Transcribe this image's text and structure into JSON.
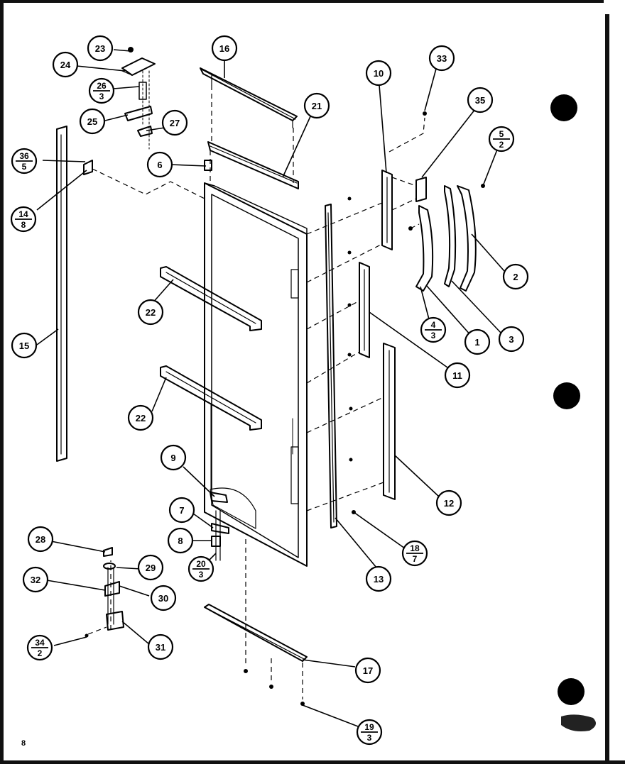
{
  "page_number": "8",
  "callouts": [
    {
      "id": "c1",
      "top": "1"
    },
    {
      "id": "c2",
      "top": "2"
    },
    {
      "id": "c3",
      "top": "3"
    },
    {
      "id": "c4",
      "top": "4",
      "bottom": "3"
    },
    {
      "id": "c5",
      "top": "5",
      "bottom": "2"
    },
    {
      "id": "c6",
      "top": "6"
    },
    {
      "id": "c7",
      "top": "7"
    },
    {
      "id": "c8",
      "top": "8"
    },
    {
      "id": "c9",
      "top": "9"
    },
    {
      "id": "c10",
      "top": "10"
    },
    {
      "id": "c11",
      "top": "11"
    },
    {
      "id": "c12",
      "top": "12"
    },
    {
      "id": "c13",
      "top": "13"
    },
    {
      "id": "c14",
      "top": "14",
      "bottom": "8"
    },
    {
      "id": "c15",
      "top": "15"
    },
    {
      "id": "c16",
      "top": "16"
    },
    {
      "id": "c17",
      "top": "17"
    },
    {
      "id": "c18",
      "top": "18",
      "bottom": "7"
    },
    {
      "id": "c19",
      "top": "19",
      "bottom": "3"
    },
    {
      "id": "c20",
      "top": "20",
      "bottom": "3"
    },
    {
      "id": "c21",
      "top": "21"
    },
    {
      "id": "c22a",
      "top": "22"
    },
    {
      "id": "c22b",
      "top": "22"
    },
    {
      "id": "c23",
      "top": "23"
    },
    {
      "id": "c24",
      "top": "24"
    },
    {
      "id": "c25",
      "top": "25"
    },
    {
      "id": "c26",
      "top": "26",
      "bottom": "3"
    },
    {
      "id": "c27",
      "top": "27"
    },
    {
      "id": "c28",
      "top": "28"
    },
    {
      "id": "c29",
      "top": "29"
    },
    {
      "id": "c30",
      "top": "30"
    },
    {
      "id": "c31",
      "top": "31"
    },
    {
      "id": "c32",
      "top": "32"
    },
    {
      "id": "c33",
      "top": "33"
    },
    {
      "id": "c34",
      "top": "34",
      "bottom": "2"
    },
    {
      "id": "c35",
      "top": "35"
    },
    {
      "id": "c36",
      "top": "36",
      "bottom": "5"
    }
  ]
}
